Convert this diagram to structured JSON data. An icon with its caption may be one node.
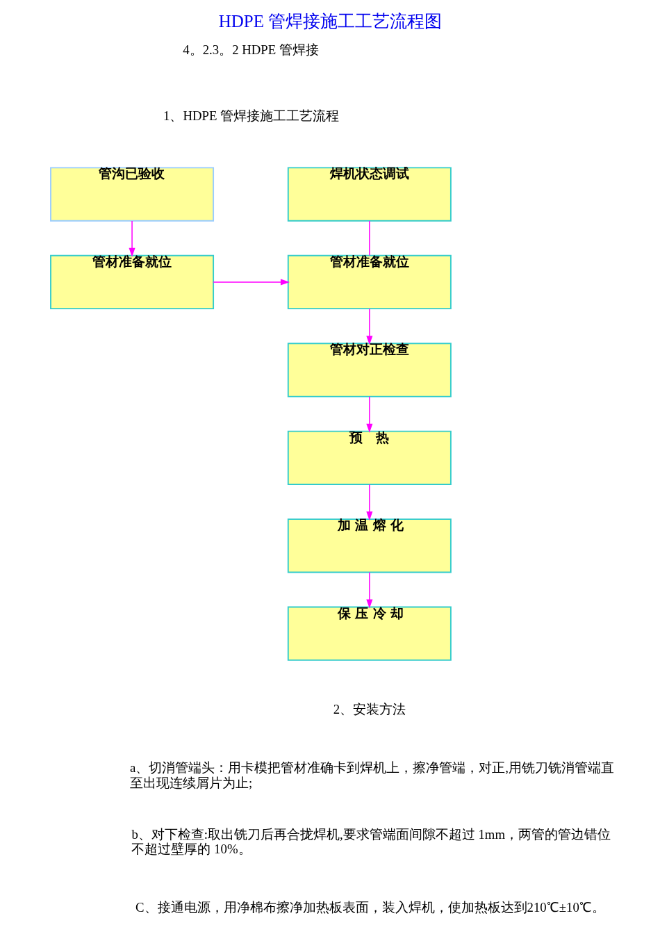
{
  "diagram": {
    "title": "HDPE 管焊接施工工艺流程图",
    "nodes": [
      {
        "text": [
          "管沟已验收"
        ]
      },
      {
        "text": [
          "管材准备就位"
        ]
      },
      {
        "text": [
          "焊机状态调试"
        ]
      },
      {
        "text": [
          "管材准备就位"
        ]
      },
      {
        "text": [
          "管材对正检查"
        ]
      },
      {
        "text": [
          "预　热"
        ]
      },
      {
        "text": [
          "加 温 熔 化"
        ]
      },
      {
        "text": [
          "保 压 冷 却"
        ]
      }
    ],
    "edges": [
      {
        "from": 0,
        "to": 1,
        "arrow": "to"
      },
      {
        "from": 1,
        "to": 3,
        "arrow": "to"
      },
      {
        "from": 2,
        "to": 3,
        "arrow": "none"
      },
      {
        "from": 3,
        "to": 4,
        "arrow": "to"
      },
      {
        "from": 4,
        "to": 5,
        "arrow": "to"
      },
      {
        "from": 5,
        "to": 6,
        "arrow": "to"
      },
      {
        "from": 6,
        "to": 7,
        "arrow": "to"
      }
    ],
    "labels": [
      "4。2.3。2 HDPE 管焊接",
      "1、HDPE 管焊接施工工艺流程",
      "2、安装方法",
      "a、切消管端头：用卡模把管材准确卡到焊机上，擦净管端，对正,用铣刀铣消管端直至出现连续屑片为止;",
      "b、对下检查:取出铣刀后再合拢焊机,要求管端面间隙不超过 1mm，两管的管边错位不超过壁厚的 10%。",
      "C、接通电源，用净棉布擦净加热板表面，装入焊机，使加热板达到210℃±10℃。"
    ]
  }
}
